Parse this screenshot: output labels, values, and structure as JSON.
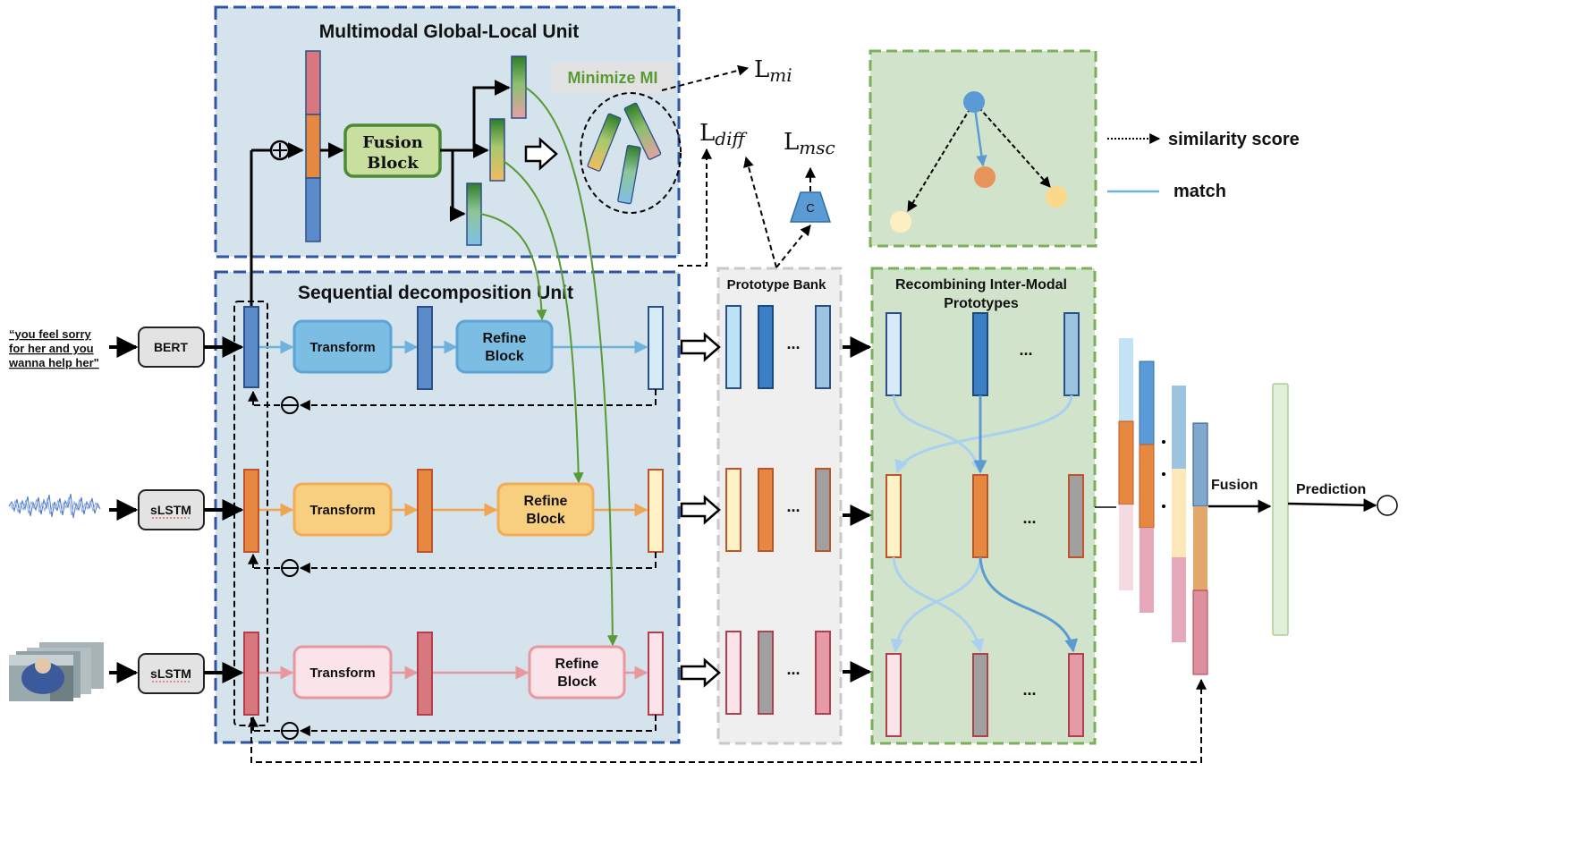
{
  "units": {
    "mglu_title": "Multimodal Global-Local Unit",
    "sdu_title": "Sequential decomposition Unit",
    "prototype_bank": "Prototype Bank",
    "recombine_title_1": "Recombining Inter-Modal",
    "recombine_title_2": "Prototypes"
  },
  "blocks": {
    "fusion_1": "Fusion",
    "fusion_2": "Block",
    "minimize_mi": "Minimize MI",
    "transform": "Transform",
    "refine_1": "Refine",
    "refine_2": "Block",
    "classifier": "C",
    "fusion_out": "Fusion",
    "prediction": "Prediction"
  },
  "losses": {
    "mi_base": "L",
    "mi_sub": "mi",
    "diff_base": "L",
    "diff_sub": "diff",
    "msc_base": "L",
    "msc_sub": "msc"
  },
  "inputs": {
    "text_1": "“you feel sorry",
    "text_2": "for her and you",
    "text_3": "wanna help her\"",
    "encoder_text": "BERT",
    "encoder_audio": "sLSTM",
    "encoder_video": "sLSTM"
  },
  "ellipsis": "...",
  "legend": {
    "similarity": "similarity score",
    "match": "match"
  },
  "colors": {
    "text_blue": "#6fb3dd",
    "audio_orange": "#f0a552",
    "video_pink": "#e8979f",
    "panel_blue": "#d4e3ec",
    "panel_green": "#d2e3cc",
    "border_blue": "#2e55a2",
    "border_green": "#7ab05a"
  }
}
